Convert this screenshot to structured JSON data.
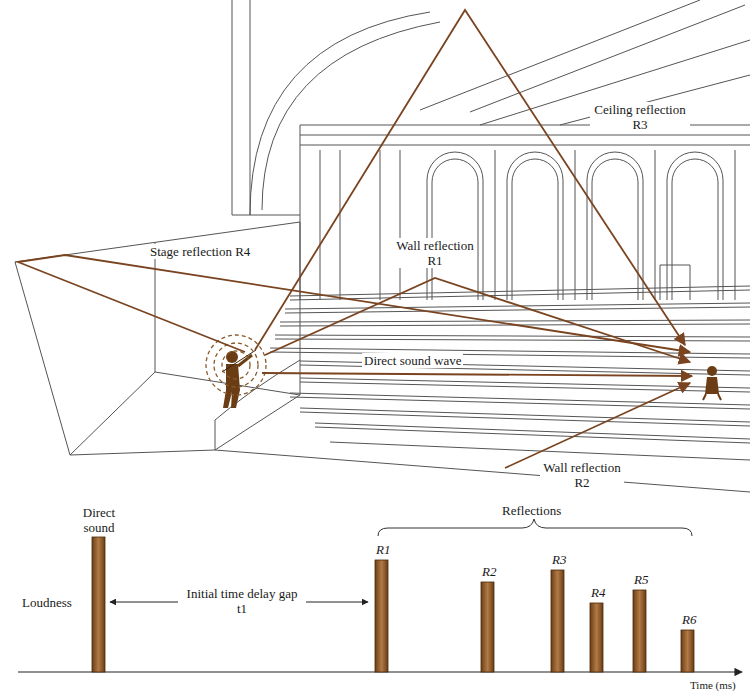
{
  "diagram": {
    "labels": [
      "Ceiling reflection R3",
      "Stage reflection R4",
      "Wall reflection R1",
      "Direct sound wave",
      "Wall reflection R2",
      "Direct sound",
      "Reflections",
      "Loudness",
      "Initial time delay gap t1",
      "R1",
      "R2",
      "R3",
      "R4",
      "R5",
      "R6",
      "Time (ms)"
    ]
  }
}
